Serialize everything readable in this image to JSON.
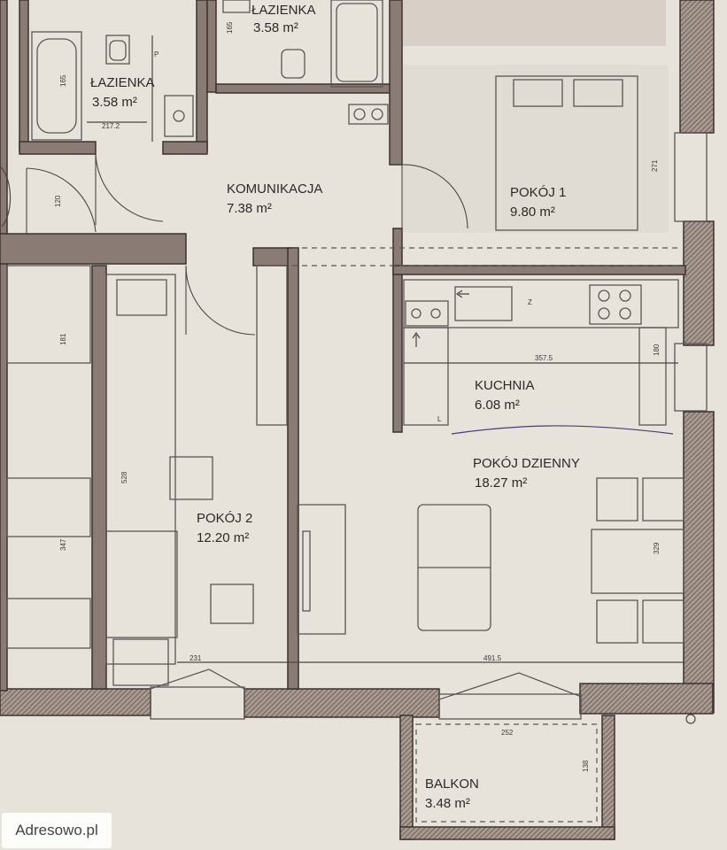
{
  "rooms": {
    "bath_left": {
      "name": "ŁAZIENKA",
      "area": "3.58 m²"
    },
    "bath_top": {
      "name": "ŁAZIENKA",
      "area": "3.58 m²"
    },
    "hall": {
      "name": "KOMUNIKACJA",
      "area": "7.38 m²"
    },
    "room1": {
      "name": "POKÓJ 1",
      "area": "9.80 m²"
    },
    "kitchen": {
      "name": "KUCHNIA",
      "area": "6.08 m²"
    },
    "living": {
      "name": "POKÓJ DZIENNY",
      "area": "18.27 m²"
    },
    "room2": {
      "name": "POKÓJ 2",
      "area": "12.20 m²"
    },
    "balcony": {
      "name": "BALKON",
      "area": "3.48 m²"
    }
  },
  "dimensions": {
    "bath_left_w": "217.2",
    "bath_left_h": "165",
    "bath_top_h": "165",
    "hall_door": "120",
    "room1_h": "271",
    "kitchen_w": "357.5",
    "kitchen_h": "180",
    "left_181": "181",
    "left_347": "347",
    "room2_h": "528",
    "room2_w": "231",
    "living_w": "491.5",
    "living_h": "329",
    "balcony_w": "252",
    "balcony_h": "138"
  },
  "fixtures": {
    "fridge_mark": "Z",
    "cabinet_mark": "L",
    "toilet_mark": "P"
  },
  "watermark": "Adresowo.pl",
  "colors": {
    "paper": "#e7e3db",
    "wall": "#8a7c74",
    "line": "#3a3330"
  }
}
